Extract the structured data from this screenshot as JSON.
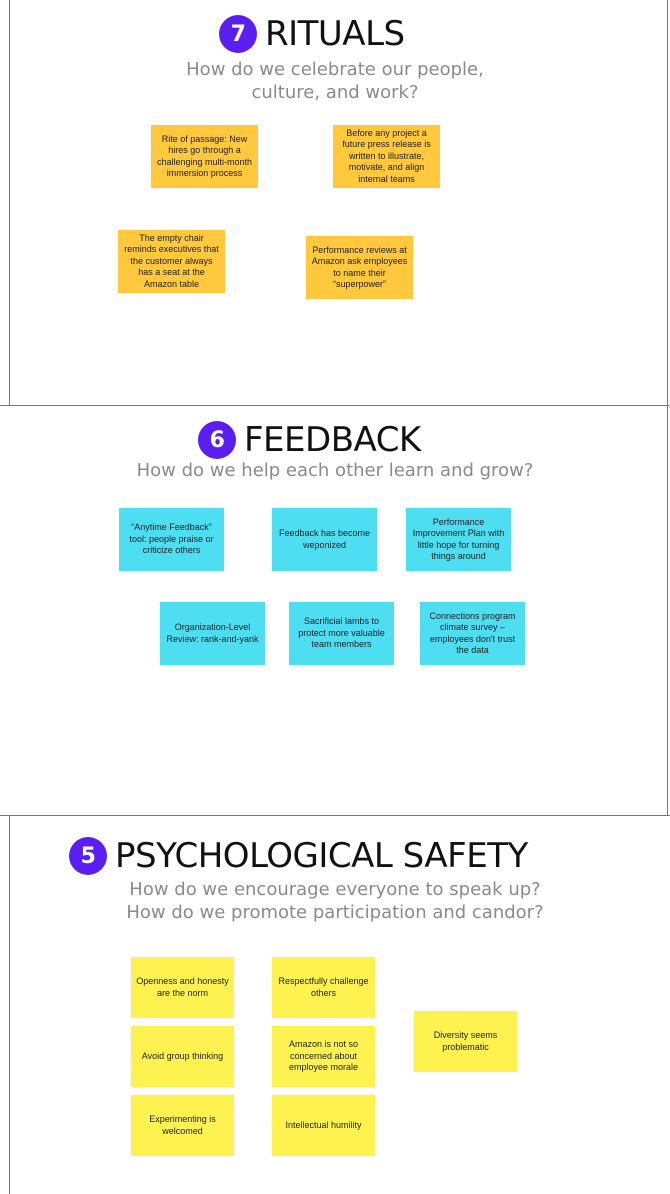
{
  "colors": {
    "badge": "#5a1ef0",
    "rituals_note": "#ffc83d",
    "feedback_note": "#4ddef2",
    "safety_note": "#fef250"
  },
  "rituals": {
    "number": "7",
    "title": "RITUALS",
    "subtitle": [
      "How do we celebrate our people,",
      "culture, and work?"
    ],
    "notes": [
      "Rite of passage: New hires go through a challenging multi-month immersion process",
      "Before any project a future press release is written to illustrate, motivate, and align internal teams",
      "The empty chair reminds executives that the customer always has a seat at the Amazon table",
      "Performance reviews at Amazon ask employees to name their “superpower”"
    ]
  },
  "feedback": {
    "number": "6",
    "title": "FEEDBACK",
    "subtitle": [
      "How do we help each other learn and grow?"
    ],
    "notes": [
      "“Anytime Feedback” tool: people praise or criticize others",
      "Feedback has become weponized",
      "Performance Improvement Plan with little hope for turning things around",
      "Organization-Level Review: rank-and-yank",
      "Sacrificial lambs to protect more valuable team members",
      "Connections program climate survey – employees don't trust the data"
    ]
  },
  "safety": {
    "number": "5",
    "title": "PSYCHOLOGICAL SAFETY",
    "subtitle": [
      "How do we encourage everyone to speak up?",
      "How do we promote participation and candor?"
    ],
    "notes": [
      "Openness and honesty are the norm",
      "Respectfully challenge others",
      "Avoid group thinking",
      "Amazon is not so concerned about employee morale",
      "Experimenting is welcomed",
      "Intellectual humility",
      "Diversity seems problematic"
    ]
  }
}
